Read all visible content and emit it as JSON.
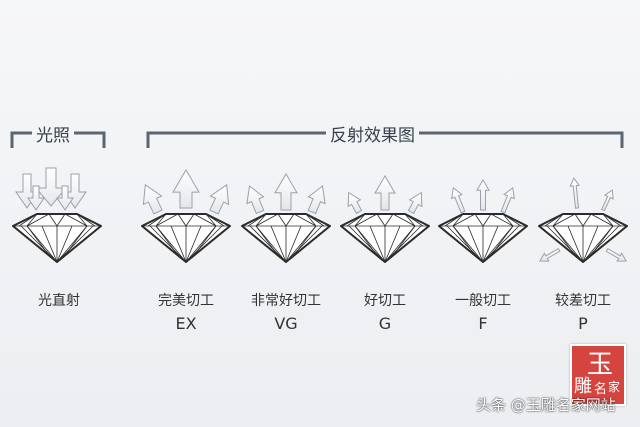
{
  "headers": {
    "light": "光照",
    "reflection": "反射效果图"
  },
  "items": [
    {
      "id": "direct",
      "name": "光直射",
      "grade": ""
    },
    {
      "id": "ex",
      "name": "完美切工",
      "grade": "EX"
    },
    {
      "id": "vg",
      "name": "非常好切工",
      "grade": "VG"
    },
    {
      "id": "g",
      "name": "好切工",
      "grade": "G"
    },
    {
      "id": "f",
      "name": "一般切工",
      "grade": "F"
    },
    {
      "id": "p",
      "name": "较差切工",
      "grade": "P"
    }
  ],
  "watermark": "头条 @玉雕名家网站",
  "seal": {
    "chars": [
      "玉",
      "雕",
      "名",
      "家"
    ]
  },
  "colors": {
    "bracket": "#5b6672",
    "arrow_fill": "#f2f4f6",
    "arrow_stroke": "#9aa1a9",
    "diamond_stroke": "#2b2b2b",
    "diamond_fill": "#ffffff",
    "seal": "#d5453f"
  }
}
